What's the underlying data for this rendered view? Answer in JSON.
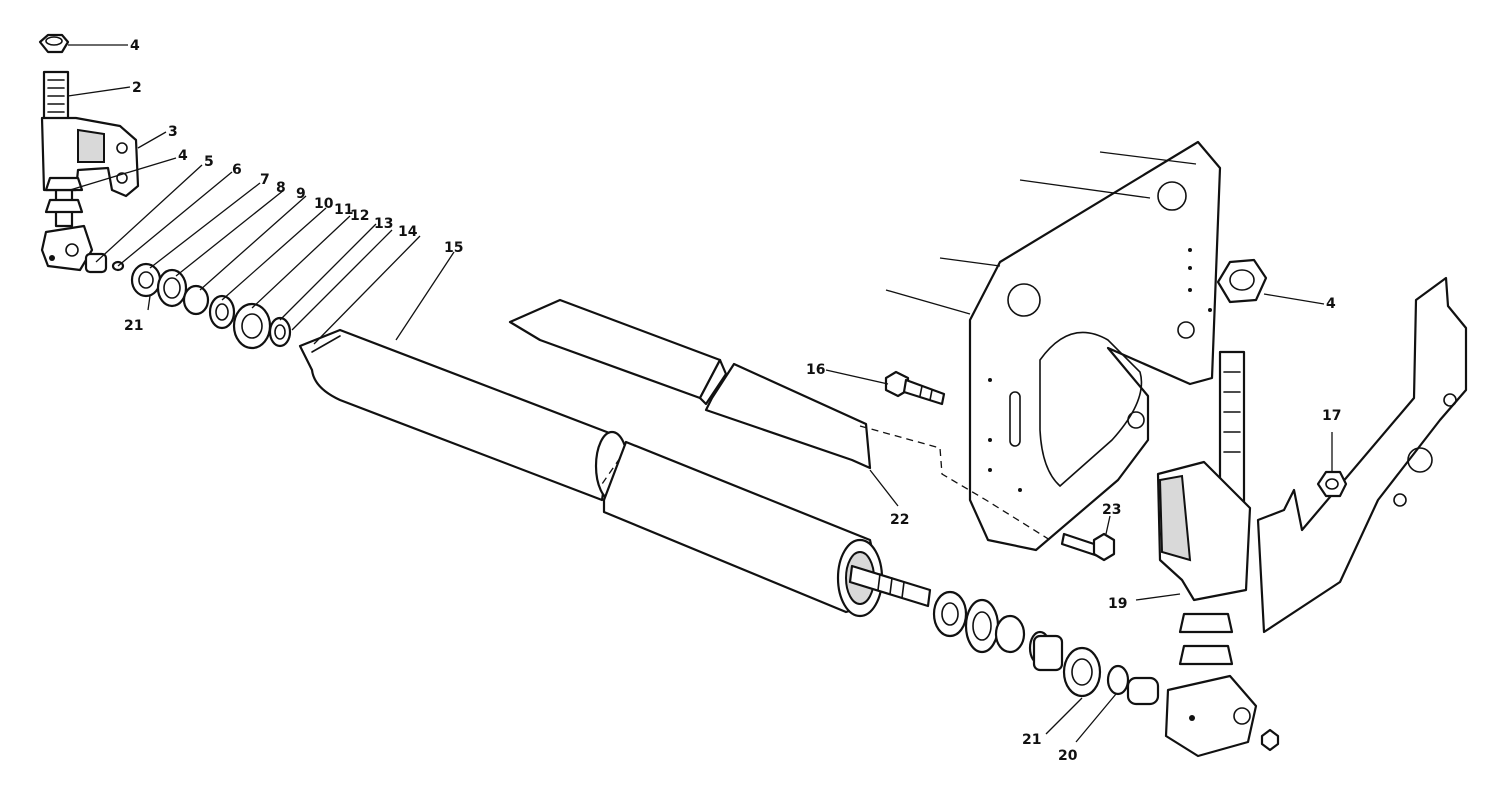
{
  "callouts": [
    {
      "id": "c4a",
      "text": "4"
    },
    {
      "id": "c2",
      "text": "2"
    },
    {
      "id": "c3",
      "text": "3"
    },
    {
      "id": "c4b",
      "text": "4"
    },
    {
      "id": "c5",
      "text": "5"
    },
    {
      "id": "c6",
      "text": "6"
    },
    {
      "id": "c7",
      "text": "7"
    },
    {
      "id": "c8",
      "text": "8"
    },
    {
      "id": "c9",
      "text": "9"
    },
    {
      "id": "c10",
      "text": "10"
    },
    {
      "id": "c11",
      "text": "11"
    },
    {
      "id": "c12",
      "text": "12"
    },
    {
      "id": "c13",
      "text": "13"
    },
    {
      "id": "c14",
      "text": "14"
    },
    {
      "id": "c15",
      "text": "15"
    },
    {
      "id": "c21a",
      "text": "21"
    },
    {
      "id": "c4c",
      "text": "4"
    },
    {
      "id": "c16",
      "text": "16"
    },
    {
      "id": "c17",
      "text": "17"
    },
    {
      "id": "c22",
      "text": "22"
    },
    {
      "id": "c23",
      "text": "23"
    },
    {
      "id": "c19",
      "text": "19"
    },
    {
      "id": "c21b",
      "text": "21"
    },
    {
      "id": "c20",
      "text": "20"
    }
  ]
}
